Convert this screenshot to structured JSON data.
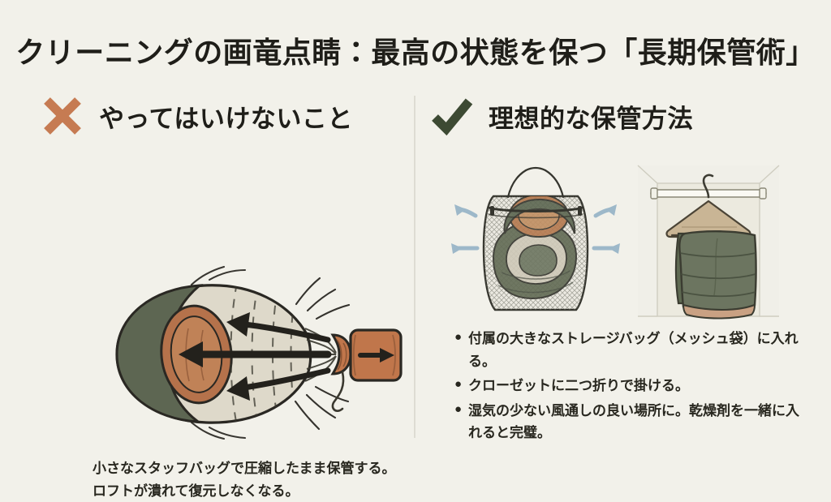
{
  "slide": {
    "title": "クリーニングの画竜点睛：最高の状態を保つ「長期保管術」",
    "background_color": "#f2f1ea",
    "text_color": "#1f1e19"
  },
  "left_column": {
    "icon": "cross-x-icon",
    "icon_color": "#c67b52",
    "heading": "やってはいけないこと",
    "illustration": {
      "name": "compressed-stuff-sack-illustration",
      "description": "寝袋が小さなスタッフバッグに圧縮されて押し込まれている図",
      "bag_fabric_color": "#ddd8c9",
      "shell_color": "#5d6652",
      "lining_color": "#b5724b",
      "sack_color": "#c0764b",
      "arrow_color": "#23211c"
    },
    "caption_lines": [
      "小さなスタッフバッグで圧縮したまま保管する。",
      "ロフトが潰れて復元しなくなる。"
    ]
  },
  "right_column": {
    "icon": "check-mark-icon",
    "icon_color": "#3d4a33",
    "heading": "理想的な保管方法",
    "illustrations": [
      {
        "name": "mesh-storage-bag-illustration",
        "description": "メッシュのストレージバッグにゆったり収納された寝袋と、左右に広がる通気の矢印",
        "mesh_color": "#e8e7e0",
        "mesh_outline_color": "#3a3a33",
        "airflow_arrow_color": "#9db8c9",
        "bag_green_color": "#5d6652",
        "bag_cream_color": "#cfc9b9",
        "lining_color": "#b5794f"
      },
      {
        "name": "closet-hanger-illustration",
        "description": "クローゼットのポールに木製ハンガーで二つ折りに掛けられた寝袋",
        "wall_color": "#efeee7",
        "rod_color": "#efeee7",
        "hanger_color": "#c9b595",
        "bag_color": "#6c7560",
        "lining_color": "#c9a183"
      }
    ],
    "bullets": [
      "付属の大きなストレージバッグ（メッシュ袋）に入れる。",
      "クローゼットに二つ折りで掛ける。",
      "湿気の少ない風通しの良い場所に。乾燥剤を一緒に入れると完璧。"
    ]
  },
  "divider": {
    "name": "column-divider",
    "color": "#dedcd3"
  }
}
